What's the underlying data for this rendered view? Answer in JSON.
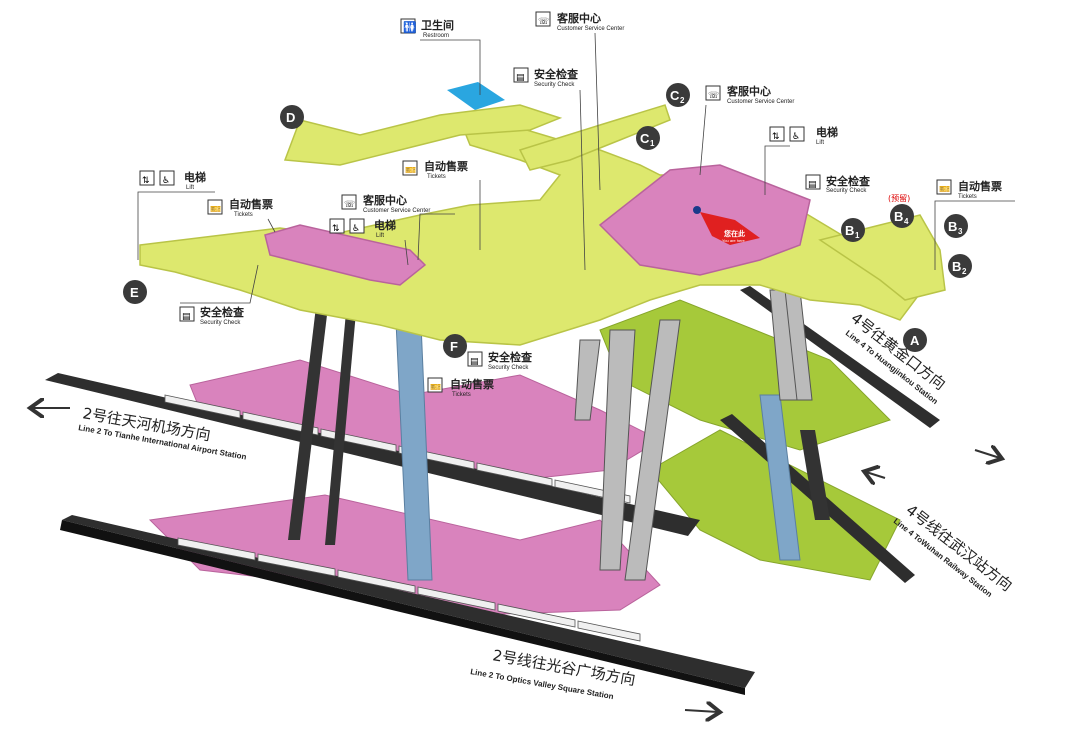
{
  "exits": {
    "a": {
      "main": "A",
      "sub": ""
    },
    "b1": {
      "main": "B",
      "sub": "1"
    },
    "b2": {
      "main": "B",
      "sub": "2"
    },
    "b3": {
      "main": "B",
      "sub": "3"
    },
    "b4": {
      "main": "B",
      "sub": "4"
    },
    "c1": {
      "main": "C",
      "sub": "1"
    },
    "c2": {
      "main": "C",
      "sub": "2"
    },
    "d": {
      "main": "D",
      "sub": ""
    },
    "e": {
      "main": "E",
      "sub": ""
    },
    "f": {
      "main": "F",
      "sub": ""
    }
  },
  "facilities": {
    "restroom": {
      "zh": "卫生间",
      "en": "Restroom"
    },
    "customer_service": {
      "zh": "客服中心",
      "en": "Customer Service Center"
    },
    "security": {
      "zh": "安全检查",
      "en": "Security Check"
    },
    "lift": {
      "zh": "电梯",
      "en": "Lift"
    },
    "tickets": {
      "zh": "自动售票",
      "en": "Tickets"
    }
  },
  "reserved_label": "(预留)",
  "you_are_here": {
    "zh": "您在此",
    "en": "You are here"
  },
  "directions": {
    "line2_tianhe": {
      "zh": "2号往天河机场方向",
      "en": "Line 2 To Tianhe International Airport Station"
    },
    "line2_optics": {
      "zh": "2号线往光谷广场方向",
      "en": "Line 2 To Optics Valley Square Station"
    },
    "line4_huangjinkou": {
      "zh": "4号往黄金口方向",
      "en": "Line 4 To Huangjinkou Station"
    },
    "line4_wuhan": {
      "zh": "4号线往武汉站方向",
      "en": "Line 4 ToWuhan Railway Station"
    }
  },
  "colors": {
    "concourse": "#dde86e",
    "concourse_edge": "#b9c447",
    "platform_pink": "#d983bd",
    "platform_pink_dark": "#b9639c",
    "line4_green": "#a6c93a",
    "track": "#2e2e2e",
    "exit_badge": "#3a3a3a",
    "restroom_blue": "#2aa6e0",
    "here_red": "#e02020"
  }
}
